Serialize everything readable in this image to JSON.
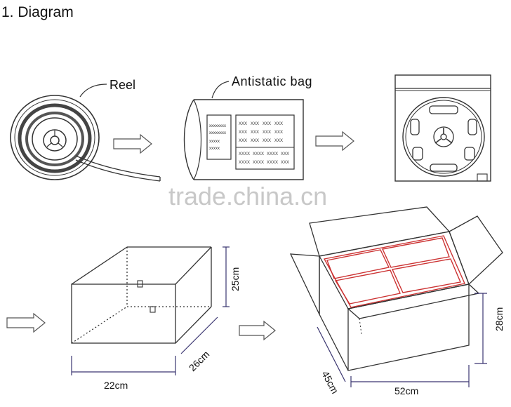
{
  "title": "1.  Diagram",
  "labels": {
    "reel": "Reel",
    "bag": "Antistatic bag",
    "small_box_height": "25cm",
    "small_box_depth": "26cm",
    "small_box_width": "22cm",
    "big_box_height": "28cm",
    "big_box_depth": "45cm",
    "big_box_width": "52cm"
  },
  "watermark": "trade.china.cn",
  "bag_label_text": {
    "small_panel": [
      "xxxxxxxx",
      "xxxxxxxx",
      "xxxxx",
      "xxxxx"
    ],
    "xxx": "XXX",
    "xxxx": "XXXX"
  },
  "colors": {
    "line": "#333333",
    "dims": "#3a3570",
    "red": "#cc3333",
    "watermark": "#c8c8c8"
  }
}
